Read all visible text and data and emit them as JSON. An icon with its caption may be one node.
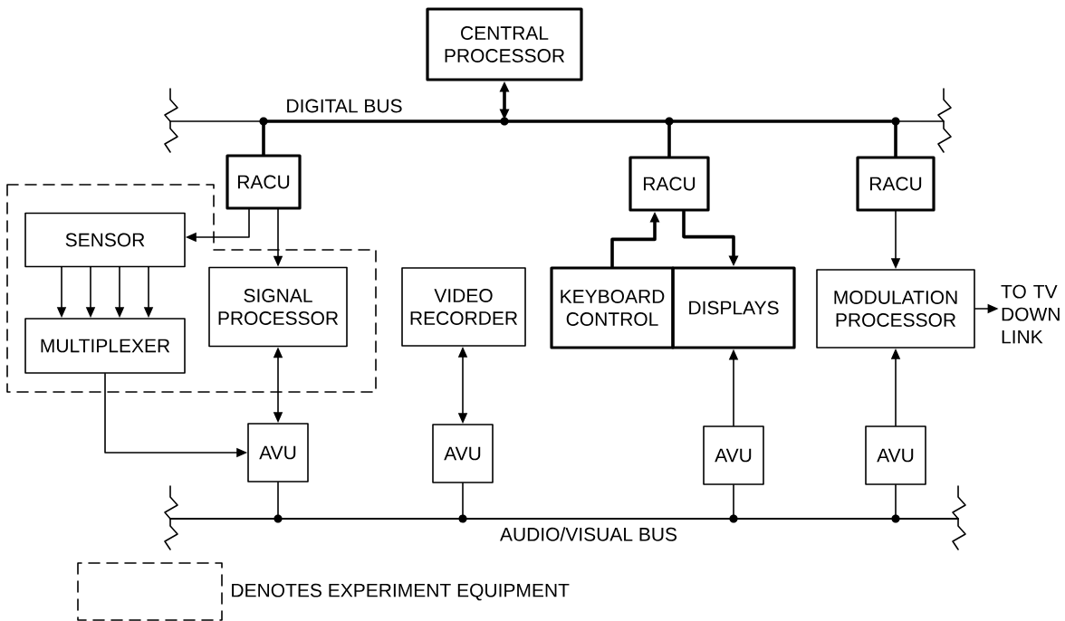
{
  "diagram": {
    "nodes": [
      {
        "text": [
          "CENTRAL PROCESSOR"
        ]
      },
      {
        "text": [
          "DIGITAL BUS"
        ]
      },
      {
        "text": [
          "RACU"
        ]
      },
      {
        "text": [
          "RACU"
        ]
      },
      {
        "text": [
          "RACU"
        ]
      },
      {
        "text": [],
        "shape": "box"
      },
      {
        "text": [
          "SENSOR"
        ],
        "in": 5
      },
      {
        "text": [
          "MULTIPLEXER"
        ],
        "in": 5
      },
      {
        "text": [
          "SIGNAL PROCESSOR"
        ],
        "in": 5
      },
      {
        "text": [
          "VIDEO RECORDER"
        ]
      },
      {
        "text": [
          "KEYBOARD CONTROL"
        ]
      },
      {
        "text": [
          "DISPLAYS"
        ]
      },
      {
        "text": [
          "MODULATION PROCESSOR"
        ]
      },
      {
        "text": [
          "TO TV DOWN LINK"
        ]
      },
      {
        "text": [
          "AVU"
        ]
      },
      {
        "text": [
          "AVU"
        ]
      },
      {
        "text": [
          "AVU"
        ]
      },
      {
        "text": [
          "AVU"
        ]
      },
      {
        "text": [
          "AUDIO/VISUAL BUS"
        ]
      }
    ],
    "edges": [
      {
        "from": 0,
        "to": 1,
        "arrow": "both",
        "style": "thick"
      },
      {
        "from": 2,
        "to": 1,
        "arrow": "none",
        "style": "thick"
      },
      {
        "from": 3,
        "to": 1,
        "arrow": "none",
        "style": "thick"
      },
      {
        "from": 4,
        "to": 1,
        "arrow": "none",
        "style": "thick"
      },
      {
        "from": 2,
        "to": 6,
        "arrow": "to"
      },
      {
        "from": 2,
        "to": 8,
        "arrow": "to"
      },
      {
        "from": 6,
        "to": 7,
        "arrow": "to"
      },
      {
        "from": 6,
        "to": 7,
        "arrow": "to"
      },
      {
        "from": 6,
        "to": 7,
        "arrow": "to"
      },
      {
        "from": 6,
        "to": 7,
        "arrow": "to"
      },
      {
        "from": 7,
        "to": 14,
        "arrow": "to"
      },
      {
        "from": 8,
        "to": 14,
        "arrow": "both"
      },
      {
        "from": 9,
        "to": 15,
        "arrow": "both"
      },
      {
        "from": 10,
        "to": 3,
        "arrow": "to",
        "style": "thick"
      },
      {
        "from": 3,
        "to": 11,
        "arrow": "to",
        "style": "thick"
      },
      {
        "from": 16,
        "to": 11,
        "arrow": "to"
      },
      {
        "from": 17,
        "to": 12,
        "arrow": "to"
      },
      {
        "from": 4,
        "to": 12,
        "arrow": "to"
      },
      {
        "from": 12,
        "to": 13,
        "arrow": "to"
      },
      {
        "from": 14,
        "to": 18,
        "arrow": "none"
      },
      {
        "from": 15,
        "to": 18,
        "arrow": "none"
      },
      {
        "from": 16,
        "to": 18,
        "arrow": "none"
      },
      {
        "from": 17,
        "to": 18,
        "arrow": "none"
      }
    ],
    "legend": [
      {
        "text": "DENOTES EXPERIMENT EQUIPMENT"
      }
    ]
  }
}
